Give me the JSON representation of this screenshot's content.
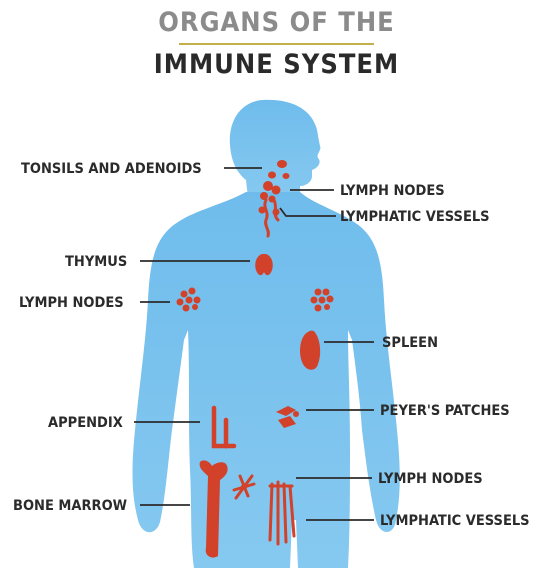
{
  "title": {
    "line1": "ORGANS OF THE",
    "line2": "IMMUNE SYSTEM"
  },
  "colors": {
    "body": "#7cc3ee",
    "organ": "#d2412a",
    "title_rule": "#c4b04a"
  },
  "labels": {
    "tonsils": "TONSILS AND ADENOIDS",
    "lymph_nodes_neck": "LYMPH NODES",
    "lymphatic_vessels_neck": "LYMPHATIC VESSELS",
    "thymus": "THYMUS",
    "lymph_nodes_arm": "LYMPH NODES",
    "spleen": "SPLEEN",
    "appendix": "APPENDIX",
    "peyers_patches": "PEYER'S PATCHES",
    "lymph_nodes_groin": "LYMPH NODES",
    "bone_marrow": "BONE MARROW",
    "lymphatic_vessels_leg": "LYMPHATIC VESSELS"
  }
}
